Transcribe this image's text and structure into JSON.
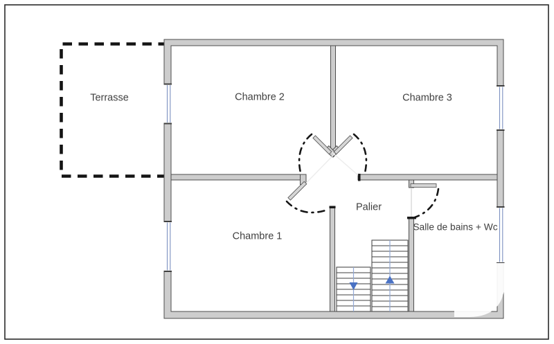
{
  "plan": {
    "rooms": [
      {
        "label": "Terrasse"
      },
      {
        "label": "Chambre 2"
      },
      {
        "label": "Chambre 3"
      },
      {
        "label": "Chambre 1"
      },
      {
        "label": "Palier"
      },
      {
        "label": "Salle de bains + Wc"
      }
    ],
    "stairs": {
      "down_icon": "down-arrow",
      "up_icon": "up-arrow"
    },
    "colors": {
      "wall_fill": "#cdcdcd",
      "wall_outline": "#4d4d4d",
      "window_glazing": "#7b8fc0",
      "stairs_direction_line": "#93a9d6",
      "stairs_arrow": "#4a72c4",
      "door_swing_arc": "#161616",
      "terrace_outline": "#141414",
      "label_text": "#3f3f3f",
      "frame_border": "#2a2a2a"
    }
  }
}
